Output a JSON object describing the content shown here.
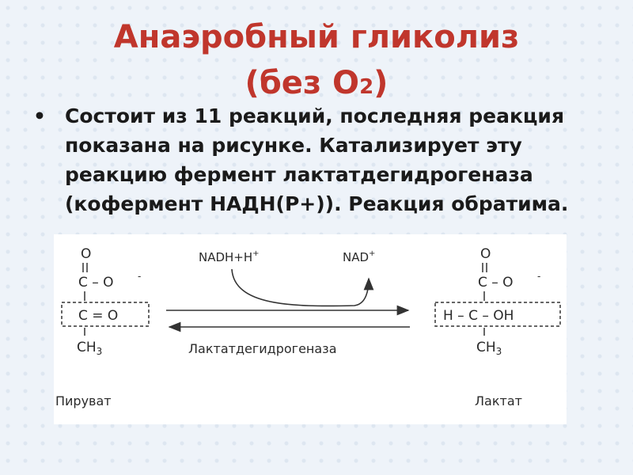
{
  "slide": {
    "title_line1": "Анаэробный гликолиз",
    "title_line2": "(без O",
    "title_sub": "2",
    "title_close": ")",
    "bullet": "Состоит из 11 реакций, последняя реакция показана на рисунке. Катализирует эту реакцию фермент лактатдегидрогеназа (кофермент НАДН(Р+)). Реакция обратима."
  },
  "figure": {
    "left_molecule": {
      "o_top": "O",
      "carboxyl": "C – O",
      "carboxyl_charge": "-",
      "keto": "C = O",
      "methyl": "CH",
      "methyl_sub": "3",
      "name": "Пируват"
    },
    "right_molecule": {
      "o_top": "O",
      "carboxyl": "C – O",
      "carboxyl_charge": "-",
      "hydroxyl": "H – C – OH",
      "methyl": "CH",
      "methyl_sub": "3",
      "name": "Лактат"
    },
    "cofactor_in": "NADH+H",
    "cofactor_in_charge": "+",
    "cofactor_out": "NAD",
    "cofactor_out_charge": "+",
    "enzyme": "Лактатдегидрогеназа"
  }
}
